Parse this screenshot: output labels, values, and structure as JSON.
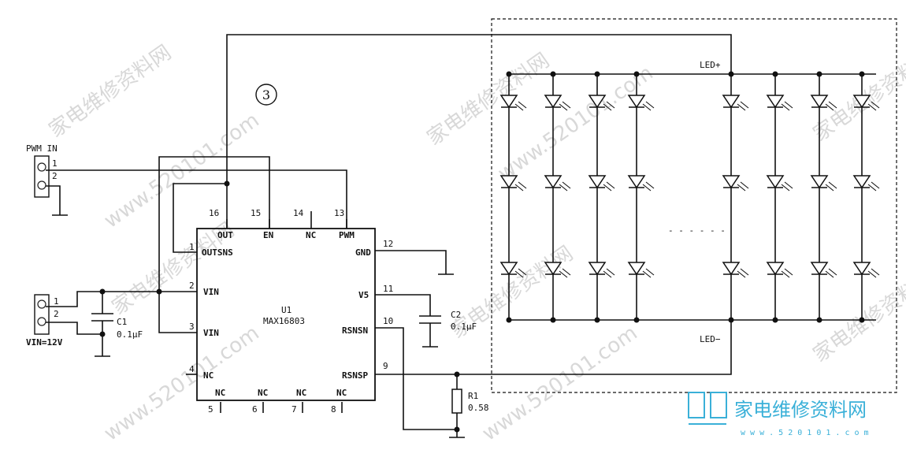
{
  "circuit": {
    "ic_ref": "U1",
    "ic_part": "MAX16803",
    "pins": [
      {
        "num": "16",
        "name": "OUT"
      },
      {
        "num": "15",
        "name": "EN"
      },
      {
        "num": "14",
        "name": "NC"
      },
      {
        "num": "13",
        "name": "PWM"
      },
      {
        "num": "1",
        "name": "OUTSNS"
      },
      {
        "num": "2",
        "name": "VIN"
      },
      {
        "num": "3",
        "name": "VIN"
      },
      {
        "num": "4",
        "name": "NC"
      },
      {
        "num": "12",
        "name": "GND"
      },
      {
        "num": "11",
        "name": "V5"
      },
      {
        "num": "10",
        "name": "RSNSN"
      },
      {
        "num": "9",
        "name": "RSNSP"
      },
      {
        "num": "5",
        "name": "NC"
      },
      {
        "num": "6",
        "name": "NC"
      },
      {
        "num": "7",
        "name": "NC"
      },
      {
        "num": "8",
        "name": "NC"
      }
    ],
    "pwm_connector": {
      "label": "PWM IN",
      "pin1": "1",
      "pin2": "2"
    },
    "vin_connector": {
      "label": "VIN=12V",
      "pin1": "1",
      "pin2": "2"
    },
    "c1": {
      "ref": "C1",
      "value": "0.1μF"
    },
    "c2": {
      "ref": "C2",
      "value": "0.1μF"
    },
    "r1": {
      "ref": "R1",
      "value": "0.58"
    },
    "led_plus": "LED+",
    "led_minus": "LED−",
    "section_marker": "③",
    "ellipsis": "- - - - - -"
  },
  "watermark": {
    "text": "家电维修资料网",
    "url": "www.520101.com"
  },
  "logo": {
    "title": "家电维修资料网",
    "url": "w w w . 5 2 0 1 0 1 . c o m",
    "color": "#3ab0d8"
  }
}
